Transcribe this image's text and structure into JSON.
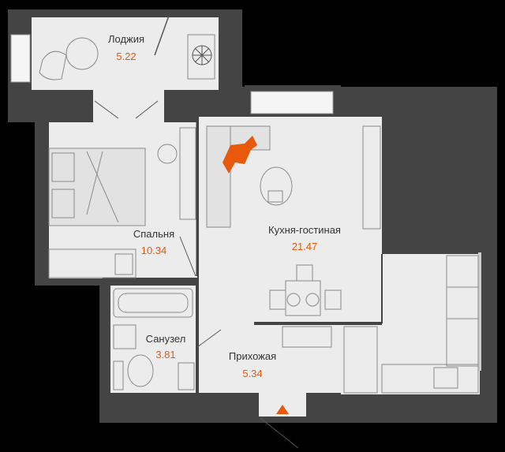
{
  "rooms": {
    "loggia": {
      "name": "Лоджия",
      "area": "5.22"
    },
    "bedroom": {
      "name": "Спальня",
      "area": "10.34"
    },
    "kitchen_living": {
      "name": "Кухня-гостиная",
      "area": "21.47"
    },
    "bathroom": {
      "name": "Санузел",
      "area": "3.81"
    },
    "hallway": {
      "name": "Прихожая",
      "area": "5.34"
    }
  },
  "colors": {
    "background": "#000000",
    "walls": "#444444",
    "floor": "#ececec",
    "accent": "#e8590c"
  },
  "icons": {
    "entrance": "entrance-arrow-icon",
    "cat": "cat-icon"
  }
}
